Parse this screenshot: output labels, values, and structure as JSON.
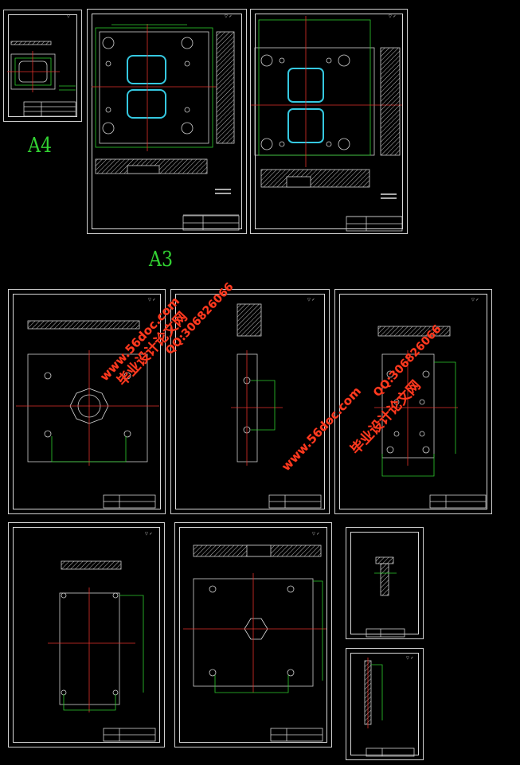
{
  "labels": {
    "a4": "A4",
    "a3": "A3"
  },
  "watermarks": [
    {
      "text": "www.56doc.com"
    },
    {
      "text": "毕业设计论文网"
    },
    {
      "text": "QQ:306826066"
    },
    {
      "text": "www.56doc.com"
    },
    {
      "text": "毕业设计论文网"
    },
    {
      "text": "QQ:306826066"
    }
  ],
  "colors": {
    "background": "#000000",
    "frame": "#d8d8d8",
    "part": "#cfcfcf",
    "dimension": "#2ecc2e",
    "center_line": "#e0302a",
    "highlight": "#35c8e0",
    "watermark": "#ff3b1f"
  }
}
